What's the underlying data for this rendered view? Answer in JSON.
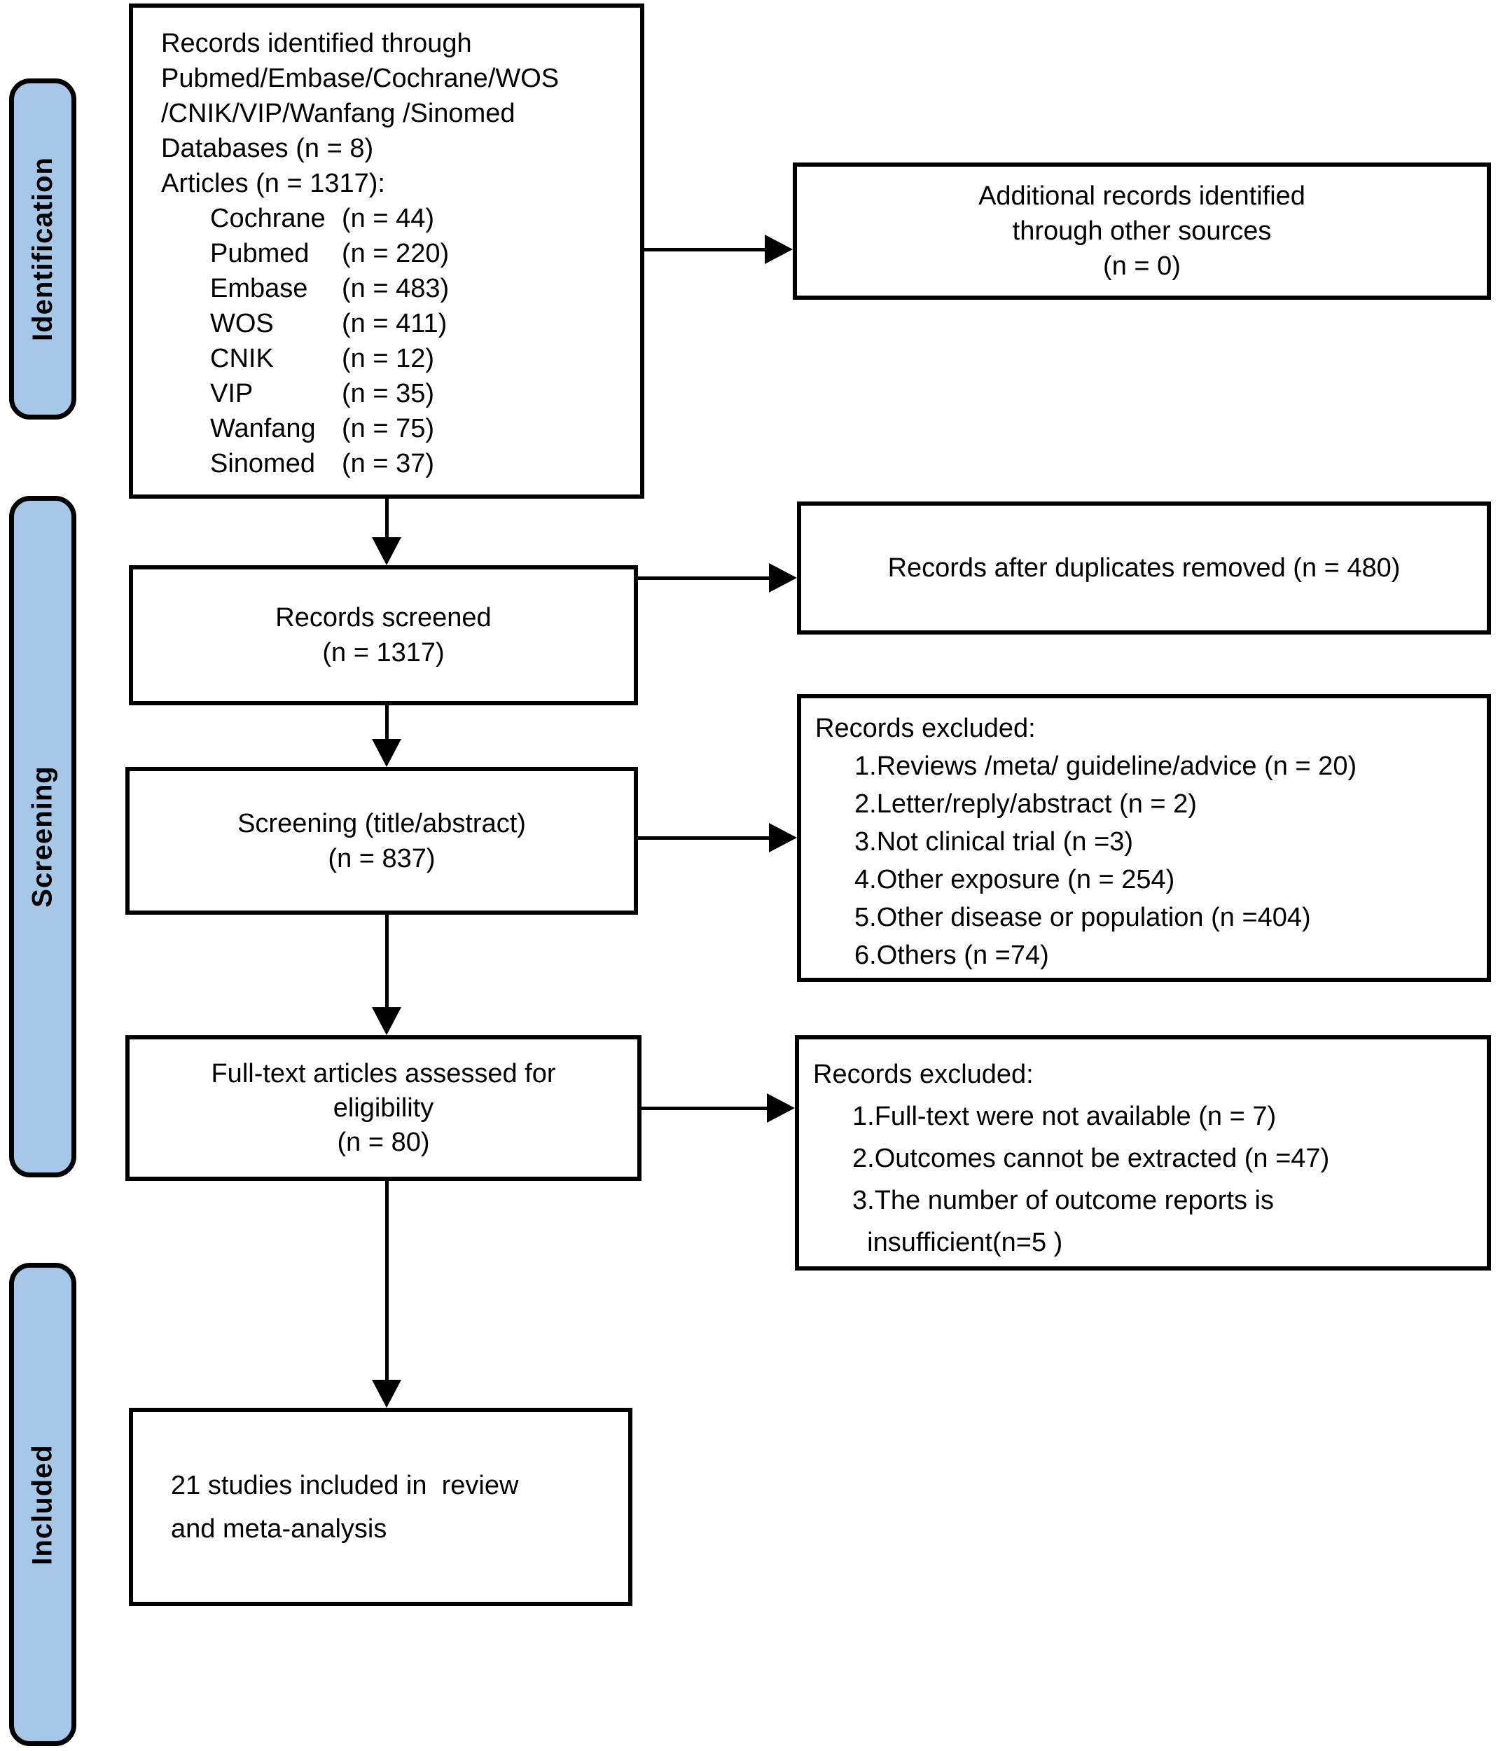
{
  "stages": [
    {
      "label": "Identification"
    },
    {
      "label": "Screening"
    },
    {
      "label": "Included"
    }
  ],
  "boxes": {
    "identified": {
      "lines": [
        "Records identified through",
        "Pubmed/Embase/Cochrane/WOS",
        "/CNIK/VIP/Wanfang /Sinomed",
        "Databases (n = 8)",
        "Articles (n = 1317):"
      ],
      "databases": [
        {
          "name": "Cochrane",
          "count": "(n = 44)"
        },
        {
          "name": "Pubmed",
          "count": "(n = 220)"
        },
        {
          "name": "Embase",
          "count": "(n = 483)"
        },
        {
          "name": "WOS",
          "count": "(n = 411)"
        },
        {
          "name": "CNIK",
          "count": "(n = 12)"
        },
        {
          "name": "VIP",
          "count": "(n = 35)"
        },
        {
          "name": "Wanfang",
          "count": "(n = 75)"
        },
        {
          "name": "Sinomed",
          "count": "(n = 37)"
        }
      ]
    },
    "additional": {
      "lines": [
        "Additional records identified",
        "through other sources",
        "(n = 0)"
      ]
    },
    "screened": {
      "lines": [
        "Records screened",
        "(n = 1317)"
      ]
    },
    "duplicates": {
      "line": "Records after duplicates removed (n = 480)"
    },
    "screening": {
      "lines": [
        "Screening (title/abstract)",
        "(n = 837)"
      ]
    },
    "excluded_screening": {
      "title": "Records excluded:",
      "items": [
        "1.Reviews /meta/ guideline/advice (n = 20)",
        "2.Letter/reply/abstract (n = 2)",
        "3.Not clinical trial (n =3)",
        "4.Other exposure (n = 254)",
        "5.Other disease or population (n =404)",
        "6.Others (n =74)"
      ]
    },
    "fulltext": {
      "lines": [
        "Full-text articles assessed for",
        "eligibility",
        "(n = 80)"
      ]
    },
    "excluded_fulltext": {
      "title": "Records excluded:",
      "items": [
        "1.Full-text were not available (n = 7)",
        "2.Outcomes cannot be extracted (n =47)",
        "3.The number of outcome reports is\n  insufficient(n=5 )"
      ]
    },
    "included": {
      "lines": [
        "21 studies included in  review",
        "and meta-analysis"
      ]
    }
  },
  "colors": {
    "stage_fill": "#a7c7e8",
    "stage_border": "#000000",
    "box_border": "#000000",
    "arrow": "#000000",
    "background": "#ffffff",
    "text": "#000000"
  }
}
